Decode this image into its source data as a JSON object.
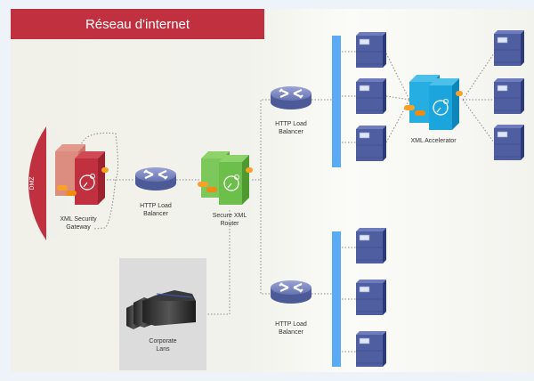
{
  "title": "Réseau d'internet",
  "zones": {
    "dmz": "DMZ"
  },
  "nodes": {
    "xml_security_gateway": {
      "line1": "XML Security",
      "line2": "Gateway",
      "color": "#c0303f"
    },
    "http_lb_main": {
      "line1": "HTTP Load",
      "line2": "Balancer"
    },
    "secure_xml_router": {
      "line1": "Secure XML",
      "line2": "Router",
      "color": "#6cbf4a"
    },
    "http_lb_top": {
      "line1": "HTTP Load",
      "line2": "Balancer"
    },
    "http_lb_bottom": {
      "line1": "HTTP Load",
      "line2": "Balancer"
    },
    "xml_accelerator": {
      "line1": "XML Accelerator",
      "color": "#1aa6dc"
    },
    "corporate_lans": {
      "line1": "Corporate",
      "line2": "Lans"
    }
  },
  "colors": {
    "title_bar": "#c0303f",
    "bus": "#5aaaf5",
    "server": "#4f5ea0",
    "router": "#6673b0"
  }
}
